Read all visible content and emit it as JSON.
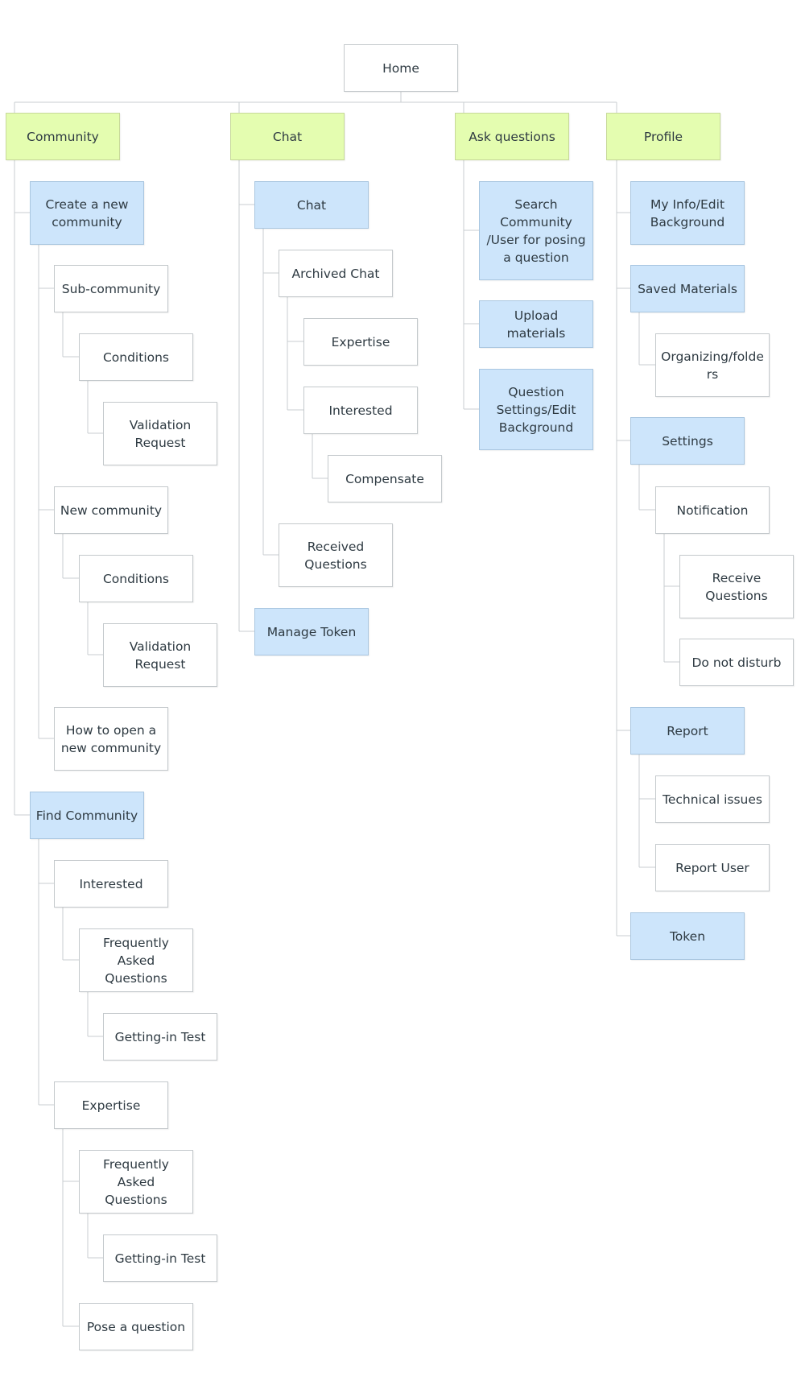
{
  "colors": {
    "root_fill": "#ffffff",
    "section_fill": "#e4fdb0",
    "page_fill": "#cde5fb",
    "subpage_fill": "#ffffff",
    "connector": "#c8cdd0"
  },
  "nodes": {
    "home": "Home",
    "community": {
      "label": "Community",
      "create_new_community": "Create a new community",
      "sub_community": "Sub-community",
      "sub_conditions": "Conditions",
      "sub_validation_request": "Validation Request",
      "new_community": "New community",
      "new_conditions": "Conditions",
      "new_validation_request": "Validation Request",
      "how_to_open": "How to open a new community",
      "find_community": "Find Community",
      "interested": "Interested",
      "interested_faq": "Frequently Asked Questions",
      "interested_getting_in_test": "Getting-in Test",
      "expertise": "Expertise",
      "expertise_faq": "Frequently Asked Questions",
      "expertise_getting_in_test": "Getting-in Test",
      "pose_a_question": "Pose a question"
    },
    "chat": {
      "label": "Chat",
      "chat_page": "Chat",
      "archived_chat": "Archived Chat",
      "expertise": "Expertise",
      "interested": "Interested",
      "compensate": "Compensate",
      "received_questions": "Received Questions",
      "manage_token": "Manage Token"
    },
    "ask_questions": {
      "label": "Ask questions",
      "search_community_user": "Search Community /User for posing a question",
      "upload_materials": "Upload materials",
      "question_settings": "Question Settings/Edit Background"
    },
    "profile": {
      "label": "Profile",
      "my_info": "My Info/Edit Background",
      "saved_materials": "Saved Materials",
      "organizing_folders": "Organizing/folders",
      "settings": "Settings",
      "notification": "Notification",
      "receive_questions": "Receive Questions",
      "do_not_disturb": "Do not disturb",
      "report": "Report",
      "technical_issues": "Technical issues",
      "report_user": "Report User",
      "token": "Token"
    }
  }
}
